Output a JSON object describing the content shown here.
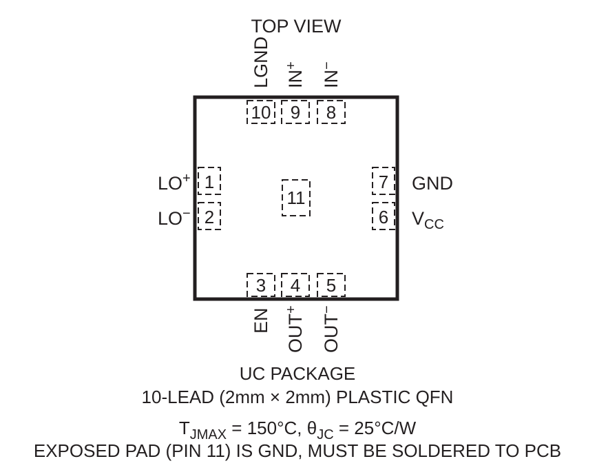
{
  "view_title": "TOP VIEW",
  "pins": {
    "p1": {
      "number": "1",
      "base": "LO",
      "sup": "+"
    },
    "p2": {
      "number": "2",
      "base": "LO",
      "sup": "−"
    },
    "p3": {
      "number": "3",
      "name": "EN"
    },
    "p4": {
      "number": "4",
      "base": "OUT",
      "sup": "+"
    },
    "p5": {
      "number": "5",
      "base": "OUT",
      "sup": "−"
    },
    "p6": {
      "number": "6",
      "base": "V",
      "sub": "CC"
    },
    "p7": {
      "number": "7",
      "name": "GND"
    },
    "p8": {
      "number": "8",
      "base": "IN",
      "sup": "−"
    },
    "p9": {
      "number": "9",
      "base": "IN",
      "sup": "+"
    },
    "p10": {
      "number": "10",
      "name": "LGND"
    },
    "p11": {
      "number": "11"
    }
  },
  "package": {
    "name": "UC PACKAGE",
    "description": "10-LEAD (2mm × 2mm) PLASTIC QFN"
  },
  "thermal": {
    "tj_base": "T",
    "tj_sub": "JMAX",
    "tj_value": " = 150°C, ",
    "theta": "θ",
    "theta_sub": "JC",
    "theta_value": " = 25°C/W"
  },
  "exposed_pad_note": "EXPOSED PAD (PIN 11) IS GND, MUST BE SOLDERED TO PCB",
  "colors": {
    "ink": "#231f20",
    "background": "#ffffff"
  }
}
